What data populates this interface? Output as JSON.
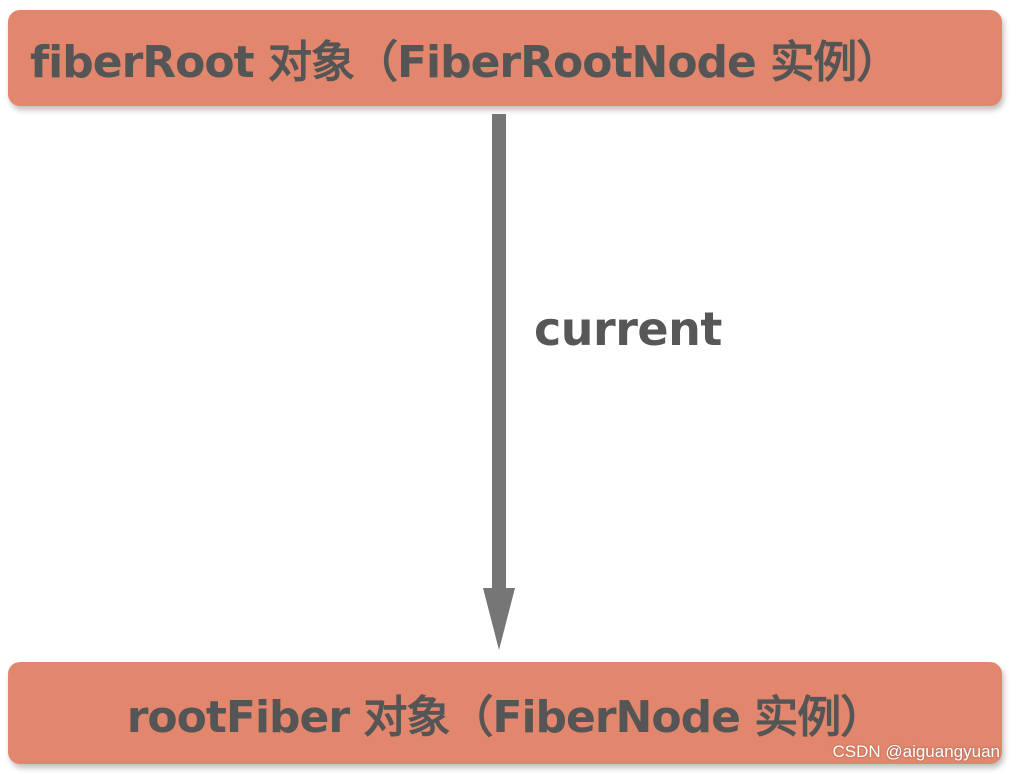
{
  "diagram": {
    "top_node": {
      "label": "fiberRoot 对象（FiberRootNode 实例）"
    },
    "bottom_node": {
      "label": "rootFiber 对象（FiberNode 实例）"
    },
    "edge": {
      "label": "current",
      "direction": "down"
    }
  },
  "watermark": {
    "text": "CSDN @aiguangyuan"
  },
  "colors": {
    "node_fill": "#e2876d",
    "node_text": "#555555",
    "arrow": "#767676",
    "edge_label": "#575757"
  }
}
